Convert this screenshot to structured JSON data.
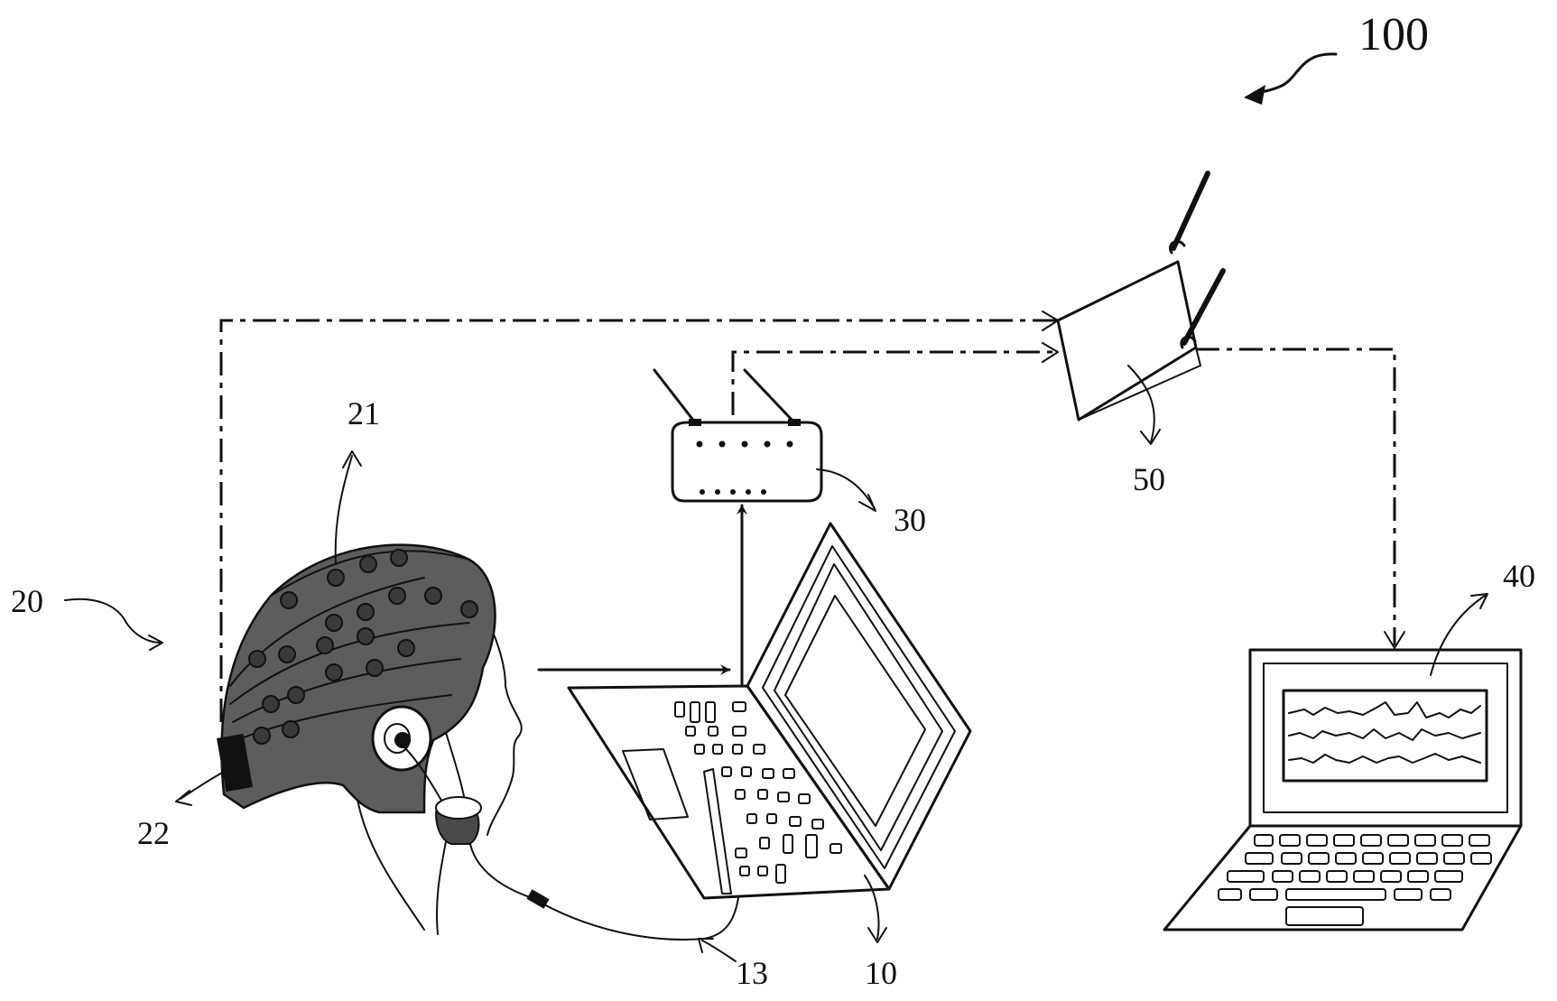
{
  "labels": {
    "system": "100",
    "laptop_user": "10",
    "laptop_user_cable": "13",
    "eeg_cap": "20",
    "electrode": "21",
    "connector": "22",
    "router": "30",
    "monitor_laptop": "40",
    "access_point": "50"
  },
  "colors": {
    "cap_fill": "#5d5d5d",
    "line": "#111111",
    "background": "#ffffff"
  }
}
